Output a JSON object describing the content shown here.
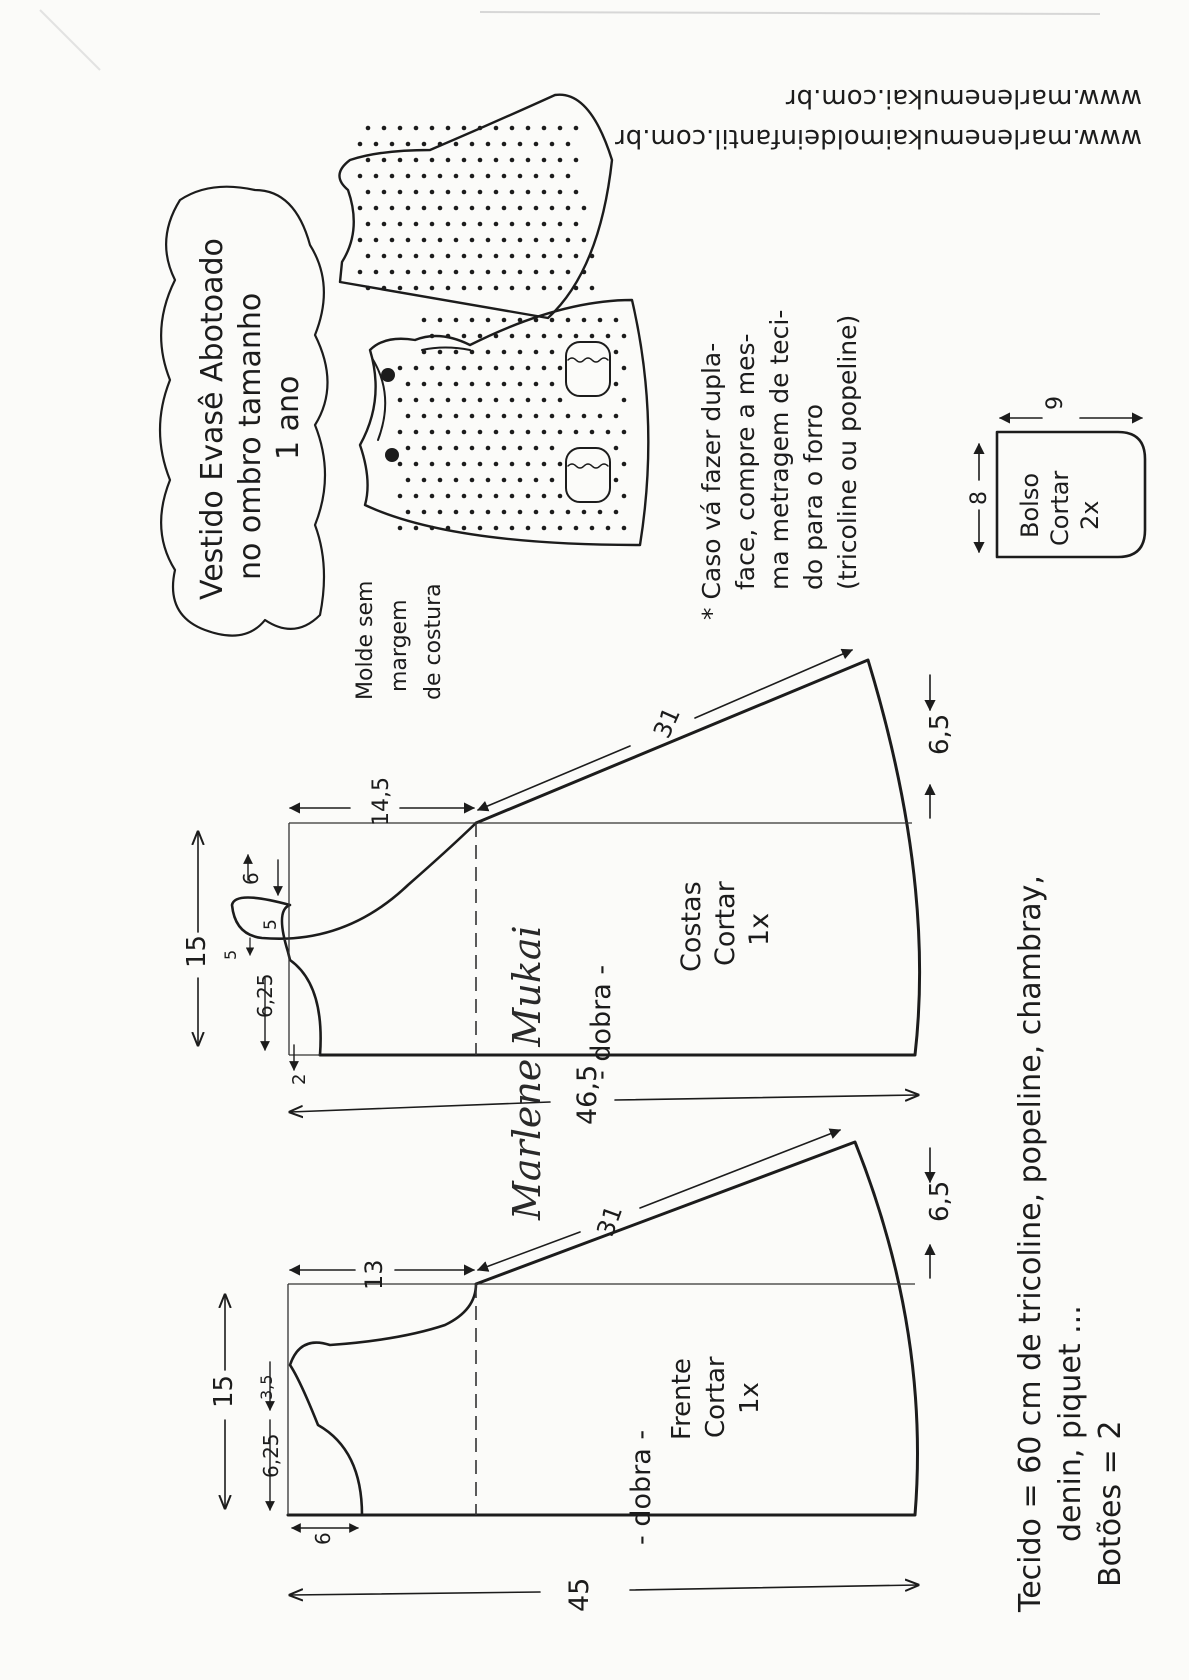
{
  "title": {
    "line1": "Vestido Evasê Abotoado",
    "line2": "no ombro tamanho",
    "line3": "1 ano"
  },
  "websites": {
    "site1": "www.marlenemukaimoldeinfantil.com.br",
    "site2": "www.marlenemukai.com.br"
  },
  "note_seam": {
    "line1": "Molde sem",
    "line2": "margem",
    "line3": "de costura"
  },
  "note_lining": {
    "line1": "* Caso vá fazer dupla-",
    "line2": "face, compre a mes-",
    "line3": "ma metragem de teci-",
    "line4": "do para o forro",
    "line5": "(tricoline ou popeline)"
  },
  "pocket": {
    "name": "Bolso",
    "cut": "Cortar",
    "qty": "2x",
    "width": "8",
    "height": "9"
  },
  "back_piece": {
    "name": "Costas",
    "cut": "Cortar",
    "qty": "1x",
    "fold": "- dobra -",
    "dims": {
      "width": "15",
      "neck": "6,25",
      "small": "5",
      "shoulder_gap": "5",
      "shoulder": "6",
      "armhole": "14,5",
      "side": "31",
      "flare": "6,5",
      "length": "46,5",
      "bottom": "2"
    }
  },
  "front_piece": {
    "name": "Frente",
    "cut": "Cortar",
    "qty": "1x",
    "fold": "- dobra -",
    "dims": {
      "width": "15",
      "neck": "6,25",
      "shoulder": "3,5",
      "armhole": "13",
      "side": "31",
      "flare": "6,5",
      "length": "45",
      "bottom": "6"
    }
  },
  "fabric": {
    "line1": "Tecido = 60 cm de tricoline, popeline, chambray,",
    "line2": "denin, piquet ...",
    "line3": "Botões = 2"
  },
  "signature": "Marlene Mukai",
  "colors": {
    "ink": "#1c1c1c",
    "paper": "#fbfbf9"
  }
}
